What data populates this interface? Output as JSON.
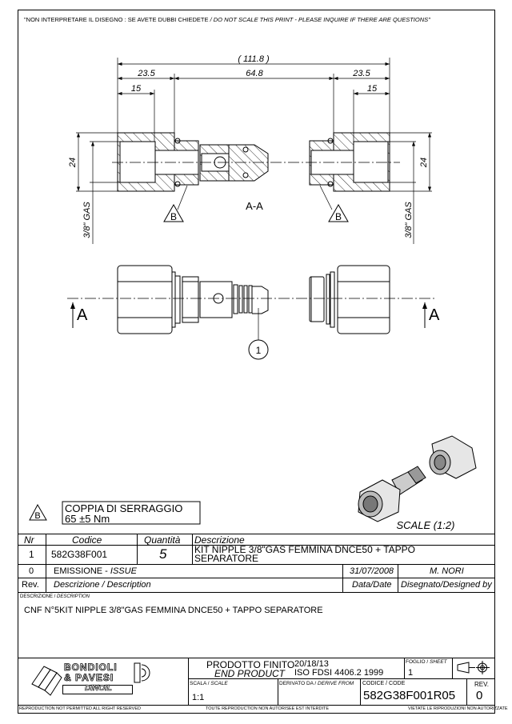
{
  "header_note": {
    "it": "\"NON INTERPRETARE IL DISEGNO : SE AVETE DUBBI CHIEDETE",
    "en": "/ DO NOT SCALE THIS PRINT - PLEASE INQUIRE IF THERE ARE QUESTIONS\""
  },
  "drawing": {
    "dims": {
      "overall": "( 111.8 )",
      "left_a": "23.5",
      "middle": "64.8",
      "right_a": "23.5",
      "left_b": "15",
      "right_b": "15",
      "height_left": "24",
      "height_right": "24",
      "thread_left": "3/8\" GAS",
      "thread_right": "3/8\" GAS"
    },
    "section_label": "A-A",
    "ref_b": "B",
    "section_arrow": "A",
    "balloon": "1",
    "torque": {
      "symbol": "B",
      "title": "COPPIA DI SERRAGGIO",
      "value": "65 ±5 Nm"
    },
    "iso_scale": "SCALE (1:2)"
  },
  "parts_table": {
    "headers": [
      "Nr",
      "Codice",
      "Quantità",
      "Descrizione"
    ],
    "rows": [
      {
        "nr": "1",
        "code": "582G38F001",
        "qty": "5",
        "desc": "KIT NIPPLE 3/8\"GAS FEMMINA DNCE50 + TAPPO SEPARATORE"
      }
    ]
  },
  "revision_table": {
    "row": {
      "rev": "0",
      "desc": "EMISSIONE - ",
      "desc_en": "ISSUE",
      "date": "31/07/2008",
      "designer": "M. NORI"
    },
    "headers": {
      "rev": "Rev.",
      "desc": "Descrizione / Description",
      "date": "Data/Date",
      "designer": "Disegnato/Designed by"
    }
  },
  "description": {
    "label_it": "DESCRIZIONE /",
    "label_en": "DESCRIPTION",
    "text": "CNF N°5KIT NIPPLE 3/8\"GAS FEMMINA DNCE50 + TAPPO SEPARATORE"
  },
  "title_block": {
    "logo": {
      "line1": "BONDIOLI",
      "line2": "& PAVESI",
      "line3": "DINOIL"
    },
    "product_it": "PRODOTTO FINITO",
    "product_en": "END PRODUCT",
    "tolerance_code": "20/18/13",
    "standard": "ISO FDSI 4406.2 1999",
    "sheet_label_it": "FOGLIO /",
    "sheet_label_en": "SHEET",
    "sheet": "1",
    "scale_label_it": "SCALA /",
    "scale_label_en": "SCALE",
    "scale": "1:1",
    "derive_label_it": "DERIVATO DA /",
    "derive_label_en": "DERIVE FROM",
    "code_label": "CODICE / CODE",
    "code": "582G38F001R05",
    "rev_label": "REV.",
    "rev": "0"
  },
  "footer": {
    "left": "REPRODUCTION NOT PERMITTED ALL RIGHT RESERVED",
    "center": "TOUTE REPRODUCTION NON AUTORISEE EST INTERDITE",
    "right": "VIETATE LE RIPRODUZIONI NON AUTORIZZATE"
  }
}
